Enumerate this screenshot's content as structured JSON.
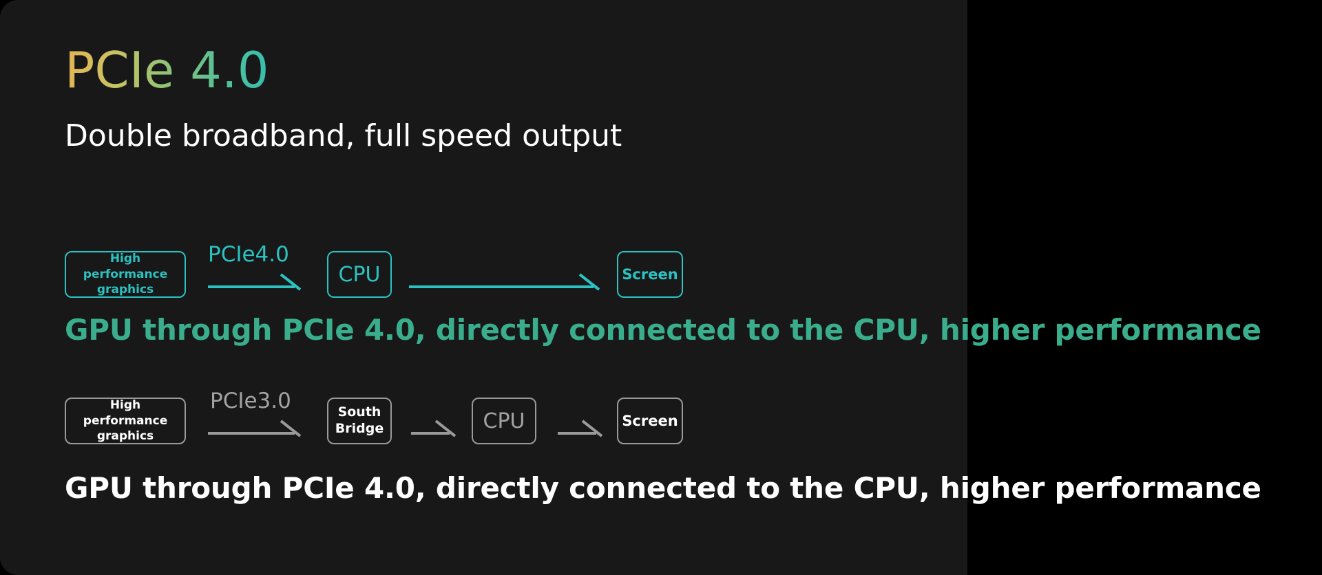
{
  "page": {
    "background_color": "#000000",
    "panel_color": "#181818"
  },
  "header": {
    "title": "PCIe 4.0",
    "subtitle": "Double broadband, full speed output",
    "title_gradient_from": "#E3B554",
    "title_gradient_to": "#35BFAF"
  },
  "diagrams": [
    {
      "id": "pcie4-path",
      "accent_color": "#2BC2C2",
      "nodes": [
        {
          "name": "gpu",
          "label": "High performance graphics"
        },
        {
          "name": "cpu",
          "label": "CPU"
        },
        {
          "name": "screen",
          "label": "Screen"
        }
      ],
      "links": [
        {
          "name": "gpu-to-cpu",
          "label": "PCIe4.0"
        },
        {
          "name": "cpu-to-screen",
          "label": ""
        }
      ],
      "caption": "GPU through PCIe 4.0, directly connected to the CPU, higher performance",
      "caption_color": "#3AAE8C"
    },
    {
      "id": "pcie3-path",
      "accent_color": "#9a9a9a",
      "nodes": [
        {
          "name": "gpu",
          "label": "High performance graphics"
        },
        {
          "name": "south-bridge",
          "label": "South Bridge"
        },
        {
          "name": "cpu",
          "label": "CPU"
        },
        {
          "name": "screen",
          "label": "Screen"
        }
      ],
      "links": [
        {
          "name": "gpu-to-south-bridge",
          "label": "PCIe3.0"
        },
        {
          "name": "south-bridge-to-cpu",
          "label": ""
        },
        {
          "name": "cpu-to-screen",
          "label": ""
        }
      ],
      "caption": "GPU through PCIe 4.0, directly connected to the CPU, higher performance",
      "caption_color": "#ffffff"
    }
  ]
}
